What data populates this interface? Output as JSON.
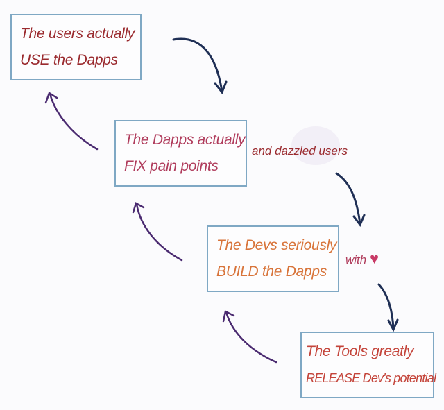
{
  "colors": {
    "box_border": "#7fa8c4",
    "down_arrow": "#1f2f55",
    "up_arrow": "#4a2a70",
    "heart": "#c83a66"
  },
  "boxes": [
    {
      "line1": "The users actually",
      "line2": "USE the Dapps",
      "color": "#9a2a2e"
    },
    {
      "line1": "The Dapps actually",
      "line2": "FIX pain points",
      "color": "#b03c5c"
    },
    {
      "line1": "The Devs seriously",
      "line2": "BUILD the Dapps",
      "color": "#d8743a"
    },
    {
      "line1": "The Tools greatly",
      "line2": "RELEASE Dev's potential",
      "color": "#c4443a"
    }
  ],
  "notes": {
    "dazzled": "and dazzled users",
    "with": "with",
    "heart_icon": "heart-icon"
  }
}
